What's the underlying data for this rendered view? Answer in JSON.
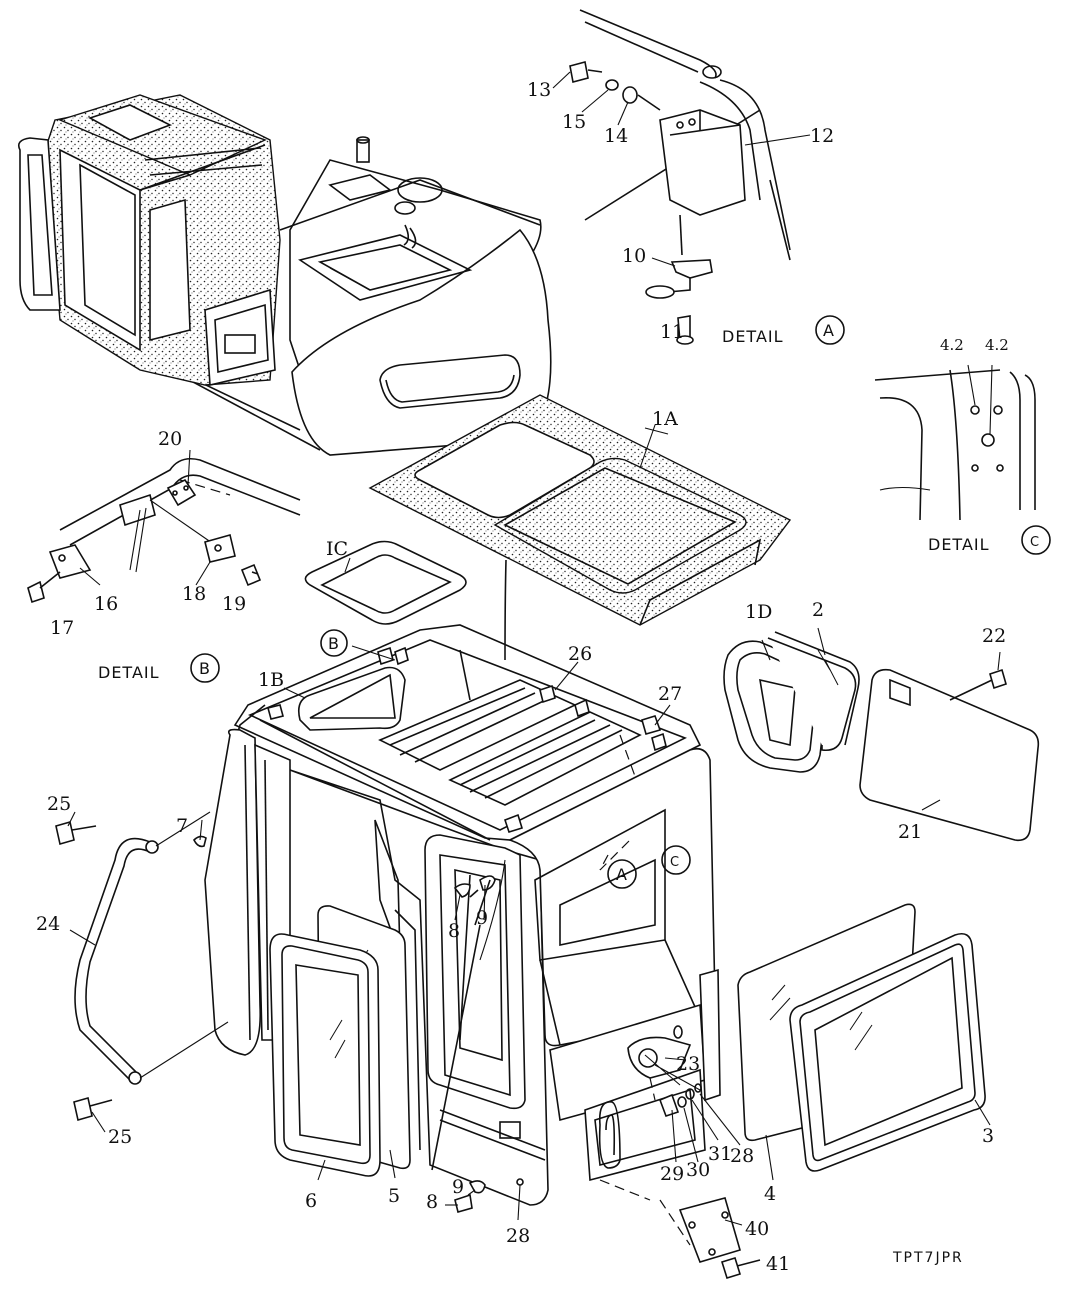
{
  "part_labels": {
    "p1A": "1A",
    "p1B": "1B",
    "p1C": "IC",
    "p1D": "1D",
    "p2": "2",
    "p3": "3",
    "p4": "4",
    "p5": "5",
    "p6": "6",
    "p7": "7",
    "p8a": "8",
    "p8b": "8",
    "p9a": "9",
    "p9b": "9",
    "p10": "10",
    "p11": "11",
    "p12": "12",
    "p13": "13",
    "p14": "14",
    "p15": "15",
    "p16": "16",
    "p17": "17",
    "p18": "18",
    "p19": "19",
    "p20": "20",
    "p21": "21",
    "p22": "22",
    "p23": "23",
    "p24": "24",
    "p25a": "25",
    "p25b": "25",
    "p26": "26",
    "p27": "27",
    "p28a": "28",
    "p28b": "28",
    "p29": "29",
    "p30": "30",
    "p31": "31",
    "p40": "40",
    "p41": "41",
    "p42a": "4.2",
    "p42b": "4.2"
  },
  "detail_labels": {
    "detail_text": "DETAIL",
    "A": "A",
    "B": "B",
    "C": "C"
  },
  "drawing_code": "TPT7JPR",
  "colors": {
    "line": "#111111",
    "background": "#ffffff"
  }
}
